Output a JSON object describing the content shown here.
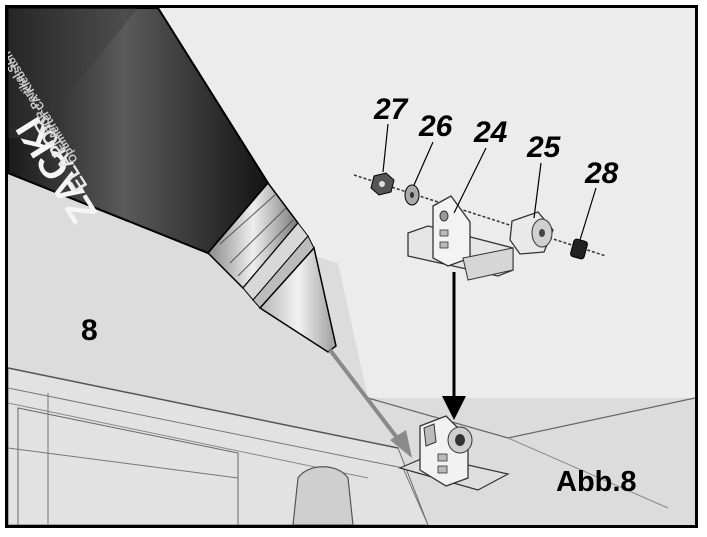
{
  "figure": {
    "step_number": "8",
    "figure_label": "Abb.8",
    "part_numbers": [
      "27",
      "26",
      "24",
      "25",
      "28"
    ]
  },
  "glue_tube": {
    "brand": "ZACKI",
    "product": "ELAPOR",
    "description": "Optimierter CA-Klebstoff",
    "subtitle": "ELAPOR-Partikel-Schaum"
  },
  "colors": {
    "frame": "#000000",
    "background": "#e9e9e9",
    "tube_dark": "#2a2a2a",
    "arrow_gray": "#8a8a8a"
  }
}
